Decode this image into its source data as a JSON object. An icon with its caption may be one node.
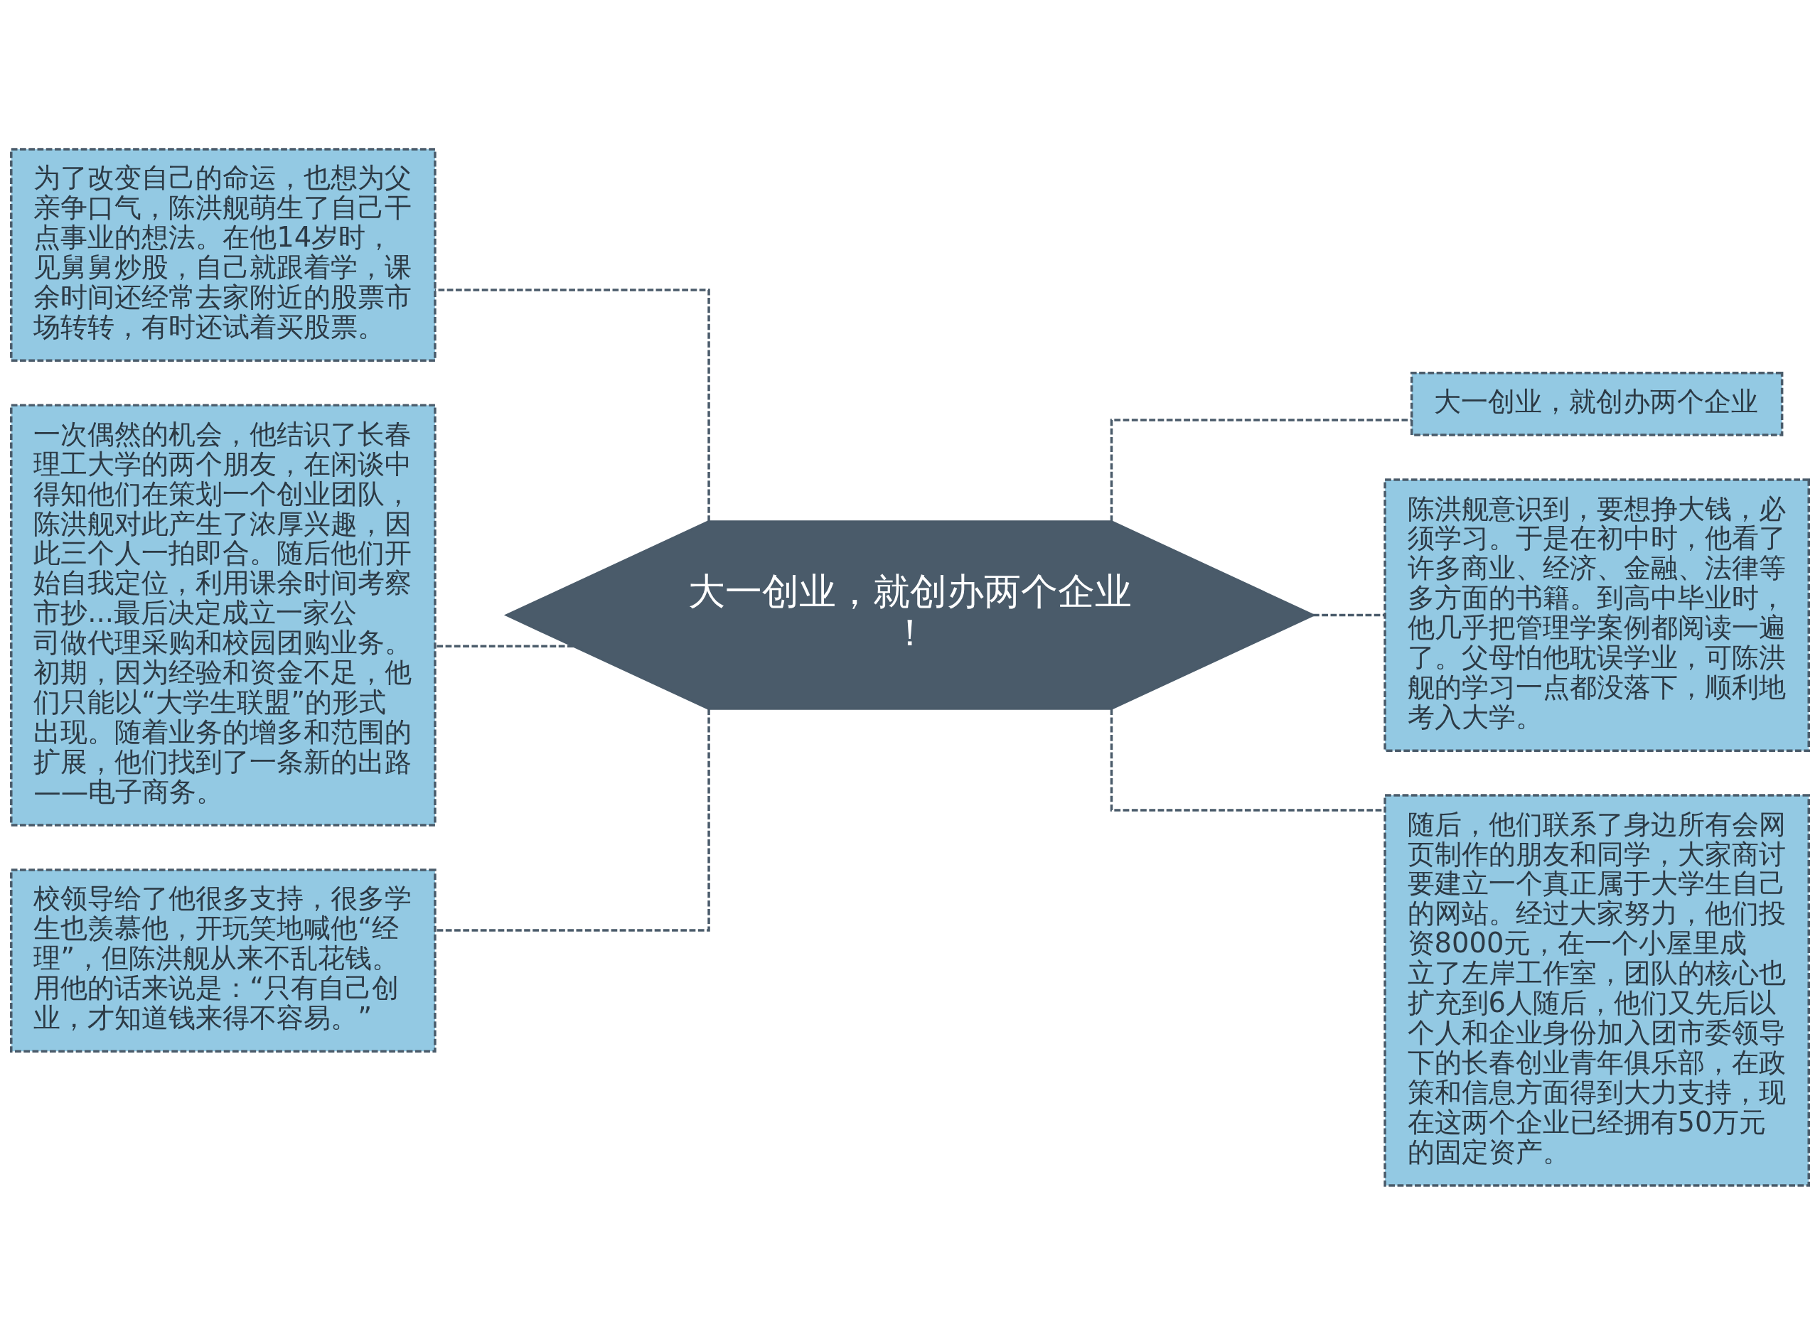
{
  "diagram": {
    "nodes": [
      {
        "text": [
          "大一创业，就创办两个企业！"
        ]
      },
      {
        "text": [
          "为了改变自己的命运，也想为父亲争口气，陈洪舰萌生了自己干点事业的想法。在他14岁时，见舅舅炒股，自己就跟着学，课余时间还经常去家附近的股票市场转转，有时还试着买股票。"
        ]
      },
      {
        "text": [
          "一次偶然的机会，他结识了长春理工大学的两个朋友，在闲谈中得知他们在策划一个创业团队，陈洪舰对此产生了浓厚兴趣，因此三个人一拍即合。随后他们开始自我定位，利用课余时间考察市抄...最后决定成立一家公司做代理采购和校园团购业务。初期，因为经验和资金不足，他们只能以“大学生联盟”的形式出现。随着业务的增多和范围的扩展，他们找到了一条新的出路——电子商务。"
        ]
      },
      {
        "text": [
          "校领导给了他很多支持，很多学生也羡慕他，开玩笑地喊他“经理”，但陈洪舰从来不乱花钱。用他的话来说是：“只有自己创业，才知道钱来得不容易。”"
        ]
      },
      {
        "text": [
          "大一创业，就创办两个企业"
        ]
      },
      {
        "text": [
          "陈洪舰意识到，要想挣大钱，必须学习。于是在初中时，他看了许多商业、经济、金融、法律等多方面的书籍。到高中毕业时，他几乎把管理学案例都阅读一遍了。父母怕他耽误学业，可陈洪舰的学习一点都没落下，顺利地考入大学。"
        ]
      },
      {
        "text": [
          "随后，他们联系了身边所有会网页制作的朋友和同学，大家商讨要建立一个真正属于大学生自己的网站。经过大家努力，他们投资8000元，在一个小屋里成立了左岸工作室，团队的核心也扩充到6人随后，他们又先后以个人和企业身份加入团市委领导下的长春创业青年俱乐部，在政策和信息方面得到大力支持，现在这两个企业已经拥有50万元的固定资产。"
        ]
      }
    ],
    "edges": [
      {
        "from": 0,
        "to": 1,
        "arrow": "none",
        "style": "dashed"
      },
      {
        "from": 0,
        "to": 2,
        "arrow": "none",
        "style": "dashed"
      },
      {
        "from": 0,
        "to": 3,
        "arrow": "none",
        "style": "dashed"
      },
      {
        "from": 0,
        "to": 4,
        "arrow": "none",
        "style": "dashed"
      },
      {
        "from": 0,
        "to": 5,
        "arrow": "none",
        "style": "dashed"
      },
      {
        "from": 0,
        "to": 6,
        "arrow": "none",
        "style": "dashed"
      }
    ]
  }
}
